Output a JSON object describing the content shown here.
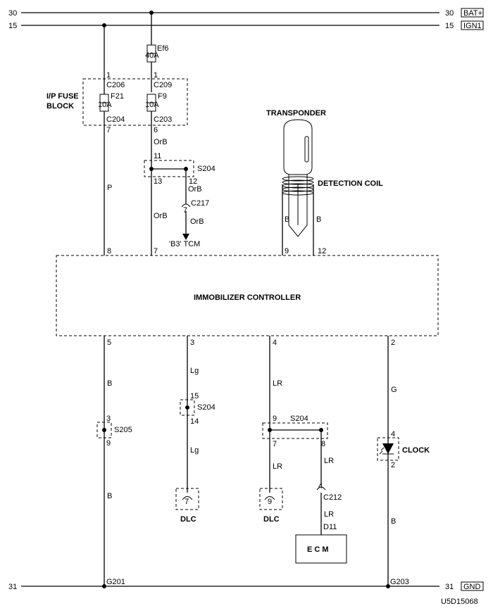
{
  "rails": {
    "bat_num": "30",
    "bat_label": "BAT+",
    "ign_num": "15",
    "ign_label": "IGN1",
    "gnd_num": "31",
    "gnd_label": "GND"
  },
  "fuses": {
    "ef6": {
      "name": "Ef6",
      "rating": "40A"
    },
    "f21": {
      "name": "F21",
      "rating": "10A"
    },
    "f9": {
      "name": "F9",
      "rating": "10A"
    },
    "block_line1": "I/P FUSE",
    "block_line2": "BLOCK"
  },
  "connectors": {
    "c206": "C206",
    "c209": "C209",
    "c204": "C204",
    "c203": "C203",
    "c217": "C217",
    "c212": "C212",
    "d11": "D11",
    "s204": "S204",
    "s205": "S205",
    "g201": "G201",
    "g203": "G203"
  },
  "pins": {
    "p1a": "1",
    "p1b": "1",
    "p7a": "7",
    "p6": "6",
    "s204a_11": "11",
    "s204a_13": "13",
    "s204a_12": "12",
    "c217_pin": "7",
    "ctrl_8": "8",
    "ctrl_7": "7",
    "ctrl_9": "9",
    "ctrl_12": "12",
    "ctrl_5": "5",
    "ctrl_3": "3",
    "ctrl_4": "4",
    "ctrl_2": "2",
    "s204b_15": "15",
    "s204b_14": "14",
    "s205_3": "3",
    "s205_9": "9",
    "s204c_9": "9",
    "s204c_7": "7",
    "s204c_8": "8",
    "c212_pin": "4",
    "clock_4": "4",
    "clock_2": "2",
    "dlc1_pin": "7",
    "dlc2_pin": "9"
  },
  "wires": {
    "orb1": "OrB",
    "orb2": "OrB",
    "orb3": "OrB",
    "orb4": "OrB",
    "p": "P",
    "b_left": "B",
    "b_right": "B",
    "b_5": "B",
    "b_low": "B",
    "lg_top": "Lg",
    "lg_low": "Lg",
    "lr_top": "LR",
    "lr_mid": "LR",
    "lr_ecm1": "LR",
    "lr_ecm2": "LR",
    "g": "G",
    "b_clock": "B"
  },
  "components": {
    "controller": "IMMOBILIZER CONTROLLER",
    "transponder": "TRANSPONDER",
    "detection_coil": "DETECTION COIL",
    "tcm_ref": "'B3' TCM",
    "dlc1": "DLC",
    "dlc2": "DLC",
    "clock": "CLOCK",
    "ecm": "E C M"
  },
  "diagram_code": "U5D15068"
}
